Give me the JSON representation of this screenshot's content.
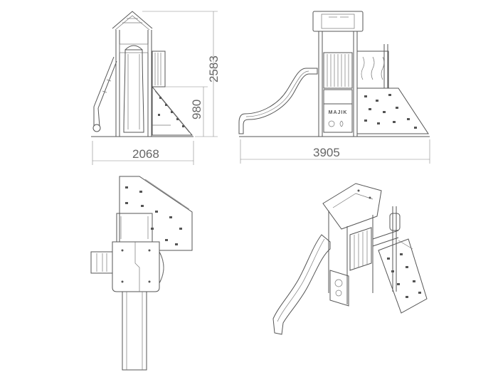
{
  "dimensions": {
    "side_width": "2068",
    "front_width": "3905",
    "total_height": "2583",
    "platform_height": "980"
  },
  "logo_text": "MAJIK",
  "colors": {
    "line": "#555555",
    "dim": "#888888",
    "text": "#666666",
    "background": "#ffffff"
  }
}
